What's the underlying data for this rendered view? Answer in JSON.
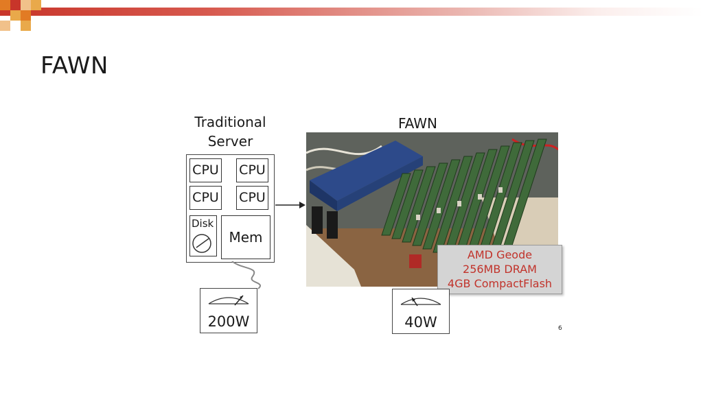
{
  "slide": {
    "title": "FAWN",
    "page_number": "6"
  },
  "figure": {
    "traditional_server": {
      "title_line1": "Traditional",
      "title_line2": "Server",
      "cpu_labels": [
        "CPU",
        "CPU",
        "CPU",
        "CPU"
      ],
      "disk_label": "Disk",
      "mem_label": "Mem",
      "power": "200W"
    },
    "fawn": {
      "title": "FAWN",
      "spec_line1": "AMD Geode",
      "spec_line2": "256MB DRAM",
      "spec_line3": "4GB CompactFlash",
      "power": "40W"
    }
  },
  "colors": {
    "accent_red": "#c8352a",
    "accent_orange": "#e27b24",
    "spec_text": "#c1332b"
  }
}
